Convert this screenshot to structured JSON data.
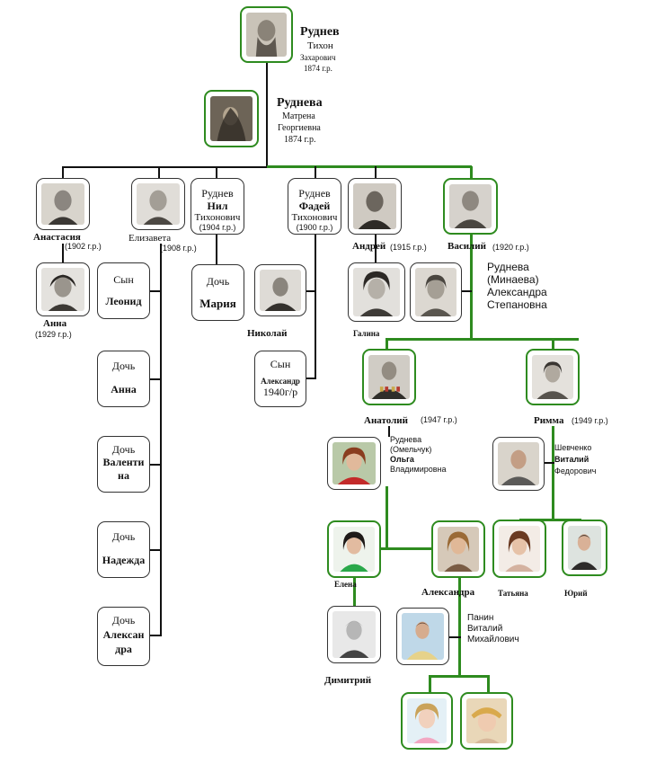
{
  "p": {
    "tikhon": {
      "surname": "Руднев",
      "name": "Тихон",
      "patronymic": "Захарович",
      "year": "1874 г.р."
    },
    "matrena": {
      "surname": "Руднева",
      "name": "Матрена",
      "patronymic": "Георгиевна",
      "year": "1874 г.р."
    },
    "anastasia": {
      "name": "Анастасия",
      "year": "(1902 г.р.)"
    },
    "elizaveta": {
      "name": "Елизавета",
      "year": "(1908 г.р.)"
    },
    "nil": {
      "surname": "Руднев",
      "name": "Нил",
      "patronymic": "Тихонович",
      "year": "(1904 г.р.)"
    },
    "fadey": {
      "surname": "Руднев",
      "name": "Фадей",
      "patronymic": "Тихонович",
      "year": "(1900 г.р.)"
    },
    "andrey": {
      "name": "Андрей",
      "year": "(1915 г.р.)"
    },
    "vasily": {
      "name": "Василий",
      "year": "(1920 г.р.)"
    },
    "vasily_wife": {
      "l1": "Руднева",
      "l2": "(Минаева)",
      "l3": "Александра",
      "l4": "Степановна"
    },
    "anna1": {
      "name": "Анна",
      "year": "(1929 г.р.)"
    },
    "leonid": {
      "rel": "Сын",
      "name": "Леонид"
    },
    "maria": {
      "rel": "Дочь",
      "name": "Мария"
    },
    "nikolay": {
      "name": "Николай"
    },
    "alexandr": {
      "rel": "Сын",
      "name": "Александр",
      "year": "1940г/р"
    },
    "galina": {
      "name": "Галина"
    },
    "anna2": {
      "rel": "Дочь",
      "name": "Анна"
    },
    "valentina": {
      "rel": "Дочь",
      "l1": "Валенти",
      "l2": "на"
    },
    "nadezhda": {
      "rel": "Дочь",
      "name": "Надежда"
    },
    "alexandra_d": {
      "rel": "Дочь",
      "l1": "Алексан",
      "l2": "дра"
    },
    "anatoly": {
      "name": "Анатолий",
      "year": "(1947 г.р.)"
    },
    "rimma": {
      "name": "Римма",
      "year": "(1949 г.р.)"
    },
    "olga": {
      "l1": "Руднева",
      "l2": "(Омельчук)",
      "l3": "Ольга",
      "l4": "Владимировна"
    },
    "shevchenko": {
      "l1": "Шевченко",
      "l2": "Виталий",
      "l3": "Федорович"
    },
    "elena": {
      "name": "Елена"
    },
    "alexandra2": {
      "name": "Александра"
    },
    "tatiana": {
      "name": "Татьяна"
    },
    "yury": {
      "name": "Юрий"
    },
    "dimitry": {
      "name": "Димитрий"
    },
    "panin": {
      "l1": "Панин",
      "l2": "Виталий",
      "l3": "Михайлович"
    }
  },
  "colors": {
    "line_black": "#111111",
    "line_green": "#2e8b1f",
    "frame_black": "#333333",
    "frame_green": "#2e8b1f"
  }
}
